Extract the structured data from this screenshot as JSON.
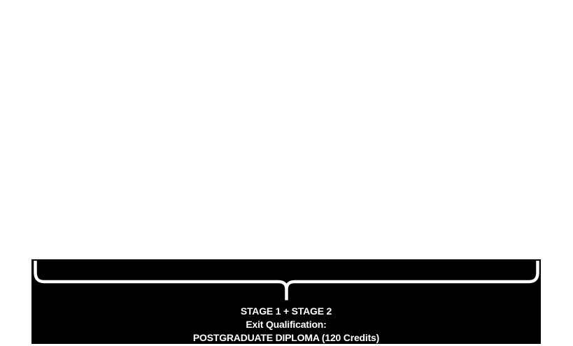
{
  "colors": {
    "background": "#ffffff",
    "panel": "#000000",
    "brace": "#ffffff",
    "text": "#ffffff"
  },
  "panel": {
    "brace_icon": "curly-brace-down",
    "label_lines": {
      "stages": "STAGE 1 + STAGE 2",
      "exit_label": "Exit Qualification:",
      "qualification": "POSTGRADUATE DIPLOMA (120 Credits)"
    }
  }
}
